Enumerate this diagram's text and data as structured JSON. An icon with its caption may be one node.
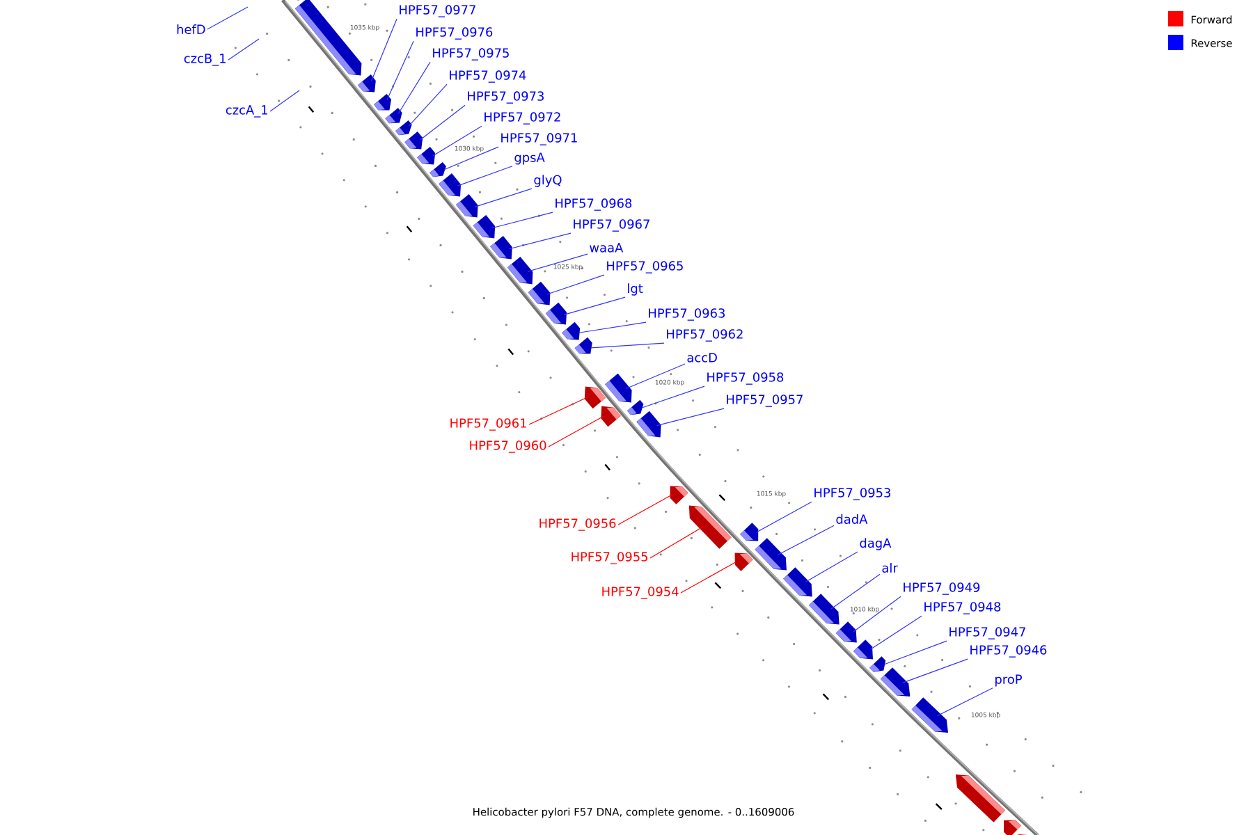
{
  "diagram": {
    "caption": "Helicobacter pylori F57 DNA, complete genome. - 0..1609006",
    "nodes": [
      {
        "text": [
          "HPF57_0977"
        ]
      },
      {
        "text": [
          "hefD"
        ]
      },
      {
        "text": [
          "HPF57_0976"
        ]
      },
      {
        "text": [
          "czcB_1"
        ]
      },
      {
        "text": [
          "HPF57_0975"
        ]
      },
      {
        "text": [
          "HPF57_0974"
        ]
      },
      {
        "text": [
          "HPF57_0973"
        ]
      },
      {
        "text": [
          "czcA_1"
        ]
      },
      {
        "text": [
          "HPF57_0972"
        ]
      },
      {
        "text": [
          "HPF57_0971"
        ]
      },
      {
        "text": [
          "gpsA"
        ]
      },
      {
        "text": [
          "glyQ"
        ]
      },
      {
        "text": [
          "HPF57_0968"
        ]
      },
      {
        "text": [
          "HPF57_0967"
        ]
      },
      {
        "text": [
          "waaA"
        ]
      },
      {
        "text": [
          "HPF57_0965"
        ]
      },
      {
        "text": [
          "lgt"
        ]
      },
      {
        "text": [
          "HPF57_0963"
        ]
      },
      {
        "text": [
          "HPF57_0962"
        ]
      },
      {
        "text": [
          "accD"
        ]
      },
      {
        "text": [
          "HPF57_0958"
        ]
      },
      {
        "text": [
          "HPF57_0957"
        ]
      },
      {
        "text": [
          "HPF57_0961"
        ]
      },
      {
        "text": [
          "HPF57_0960"
        ]
      },
      {
        "text": [
          "HPF57_0956"
        ]
      },
      {
        "text": [
          "HPF57_0953"
        ]
      },
      {
        "text": [
          "dadA"
        ]
      },
      {
        "text": [
          "HPF57_0955"
        ]
      },
      {
        "text": [
          "dagA"
        ]
      },
      {
        "text": [
          "HPF57_0954"
        ]
      },
      {
        "text": [
          "alr"
        ]
      },
      {
        "text": [
          "HPF57_0949"
        ]
      },
      {
        "text": [
          "HPF57_0948"
        ]
      },
      {
        "text": [
          "HPF57_0947"
        ]
      },
      {
        "text": [
          "HPF57_0946"
        ]
      },
      {
        "text": [
          "proP"
        ]
      },
      {
        "text": [],
        "shape": "box"
      },
      {
        "text": [],
        "shape": "box"
      },
      {
        "text": [],
        "shape": "box"
      },
      {
        "text": [],
        "shape": "box"
      },
      {
        "text": [],
        "shape": "box"
      },
      {
        "text": [],
        "shape": "box"
      },
      {
        "text": [],
        "shape": "box"
      },
      {
        "text": [],
        "shape": "box"
      },
      {
        "text": [],
        "shape": "box"
      },
      {
        "text": [],
        "shape": "box"
      },
      {
        "text": [],
        "shape": "box"
      },
      {
        "text": [],
        "shape": "box"
      },
      {
        "text": [],
        "shape": "box"
      },
      {
        "text": [],
        "shape": "box"
      },
      {
        "text": [],
        "shape": "box"
      },
      {
        "text": [],
        "shape": "box"
      },
      {
        "text": [],
        "shape": "box"
      },
      {
        "text": [],
        "shape": "box"
      },
      {
        "text": [],
        "shape": "box"
      },
      {
        "text": [],
        "shape": "box"
      },
      {
        "text": [],
        "shape": "box"
      },
      {
        "text": [],
        "shape": "box"
      },
      {
        "text": [],
        "shape": "box"
      },
      {
        "text": [],
        "shape": "box"
      },
      {
        "text": [],
        "shape": "box"
      },
      {
        "text": [],
        "shape": "box"
      },
      {
        "text": [],
        "shape": "box"
      },
      {
        "text": [],
        "shape": "box"
      },
      {
        "text": [],
        "shape": "box"
      },
      {
        "text": [],
        "shape": "box"
      },
      {
        "text": [],
        "shape": "box"
      },
      {
        "text": [],
        "shape": "box"
      },
      {
        "text": [],
        "shape": "box"
      },
      {
        "text": [],
        "shape": "box"
      },
      {
        "text": [],
        "shape": "box"
      },
      {
        "text": [],
        "shape": "box"
      },
      {
        "text": [],
        "shape": "box"
      },
      {
        "text": [],
        "shape": "box"
      }
    ],
    "edges": [
      {
        "from": 0,
        "to": 38,
        "arrow": "none"
      },
      {
        "from": 1,
        "to": null,
        "arrow": "none"
      },
      {
        "from": 2,
        "to": 39,
        "arrow": "none"
      },
      {
        "from": 3,
        "to": null,
        "arrow": "none"
      },
      {
        "from": 4,
        "to": 40,
        "arrow": "none"
      },
      {
        "from": 5,
        "to": 41,
        "arrow": "none"
      },
      {
        "from": 6,
        "to": 42,
        "arrow": "none"
      },
      {
        "from": 7,
        "to": null,
        "arrow": "none"
      },
      {
        "from": 8,
        "to": 43,
        "arrow": "none"
      },
      {
        "from": 9,
        "to": 44,
        "arrow": "none"
      },
      {
        "from": 10,
        "to": 45,
        "arrow": "none"
      },
      {
        "from": 11,
        "to": 46,
        "arrow": "none"
      },
      {
        "from": 12,
        "to": 47,
        "arrow": "none"
      },
      {
        "from": 13,
        "to": 48,
        "arrow": "none"
      },
      {
        "from": 14,
        "to": 49,
        "arrow": "none"
      },
      {
        "from": 15,
        "to": 50,
        "arrow": "none"
      },
      {
        "from": 16,
        "to": 51,
        "arrow": "none"
      },
      {
        "from": 17,
        "to": 52,
        "arrow": "none"
      },
      {
        "from": 18,
        "to": 53,
        "arrow": "none"
      },
      {
        "from": 19,
        "to": 55,
        "arrow": "none"
      },
      {
        "from": 20,
        "to": 57,
        "arrow": "none"
      },
      {
        "from": 21,
        "to": 58,
        "arrow": "none"
      },
      {
        "from": 22,
        "to": 54,
        "arrow": "none",
        "color": "#ff0000"
      },
      {
        "from": 23,
        "to": 56,
        "arrow": "none",
        "color": "#ff0000"
      },
      {
        "from": 24,
        "to": 59,
        "arrow": "none",
        "color": "#ff0000"
      },
      {
        "from": 25,
        "to": 61,
        "arrow": "none"
      },
      {
        "from": 26,
        "to": 62,
        "arrow": "none"
      },
      {
        "from": 27,
        "to": 60,
        "arrow": "none",
        "color": "#ff0000"
      },
      {
        "from": 28,
        "to": 64,
        "arrow": "none"
      },
      {
        "from": 29,
        "to": 63,
        "arrow": "none",
        "color": "#ff0000"
      },
      {
        "from": 30,
        "to": 65,
        "arrow": "none"
      },
      {
        "from": 31,
        "to": 66,
        "arrow": "none"
      },
      {
        "from": 32,
        "to": 67,
        "arrow": "none"
      },
      {
        "from": 33,
        "to": 68,
        "arrow": "none"
      },
      {
        "from": 34,
        "to": 69,
        "arrow": "none"
      },
      {
        "from": 35,
        "to": 70,
        "arrow": "none"
      }
    ],
    "labels": [
      "1035 kbp",
      "1030 kbp",
      "1025 kbp",
      "1020 kbp",
      "1015 kbp",
      "1010 kbp",
      "1005 kbp"
    ],
    "legend": [
      {
        "text": "Forward",
        "color": "#ff0000"
      },
      {
        "text": "Reverse",
        "color": "#0000ff"
      }
    ]
  }
}
